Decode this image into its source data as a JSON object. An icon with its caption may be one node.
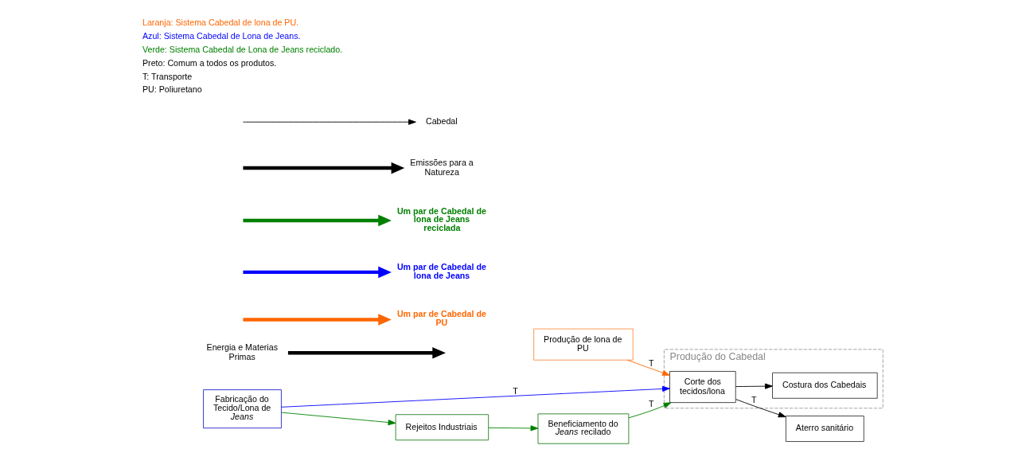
{
  "diagram": {
    "nodes": [
      {
        "text": [
          "Produção do Cabedal"
        ]
      },
      {
        "text": [
          "Produção de lona de PU"
        ]
      },
      {
        "text": [
          "Fabricação do Tecido/Lona de *Jeans*"
        ]
      },
      {
        "text": [
          "Rejeitos Industriais"
        ]
      },
      {
        "text": [
          "Beneficiamento do *Jeans* recilado"
        ]
      },
      {
        "text": [
          "Corte dos tecidos/lona"
        ],
        "in": 0
      },
      {
        "text": [
          "Costura dos Cabedais"
        ],
        "in": 0
      },
      {
        "text": [
          "Aterro sanitário"
        ]
      },
      {
        "text": [
          "Energia e Materias Primas"
        ]
      },
      {
        "text": [
          "Um par de Cabedal de PU"
        ]
      },
      {
        "text": [
          "Um par de Cabedal de lona de Jeans"
        ]
      },
      {
        "text": [
          "Um par de Cabedal de lona de Jeans reciclada"
        ]
      },
      {
        "text": [
          "Emissões para a Natureza"
        ]
      },
      {
        "text": [
          "Cabedal"
        ]
      }
    ],
    "edges": [
      {
        "from": 8,
        "to": null,
        "arrow": "to",
        "style": "thick"
      },
      {
        "from": 1,
        "to": 5,
        "arrow": "to",
        "label": "T",
        "color": "#ff6600"
      },
      {
        "from": 2,
        "to": 5,
        "arrow": "to",
        "label": "T",
        "color": "#0000ff"
      },
      {
        "from": 2,
        "to": 3,
        "arrow": "to",
        "color": "#008000"
      },
      {
        "from": 3,
        "to": 4,
        "arrow": "to",
        "color": "#008000"
      },
      {
        "from": 4,
        "to": 5,
        "arrow": "to",
        "label": "T",
        "color": "#008000"
      },
      {
        "from": 5,
        "to": 6,
        "arrow": "to"
      },
      {
        "from": 5,
        "to": 7,
        "arrow": "to",
        "label": "T"
      },
      {
        "from": null,
        "to": 9,
        "arrow": "to",
        "style": "thick",
        "color": "#ff6600"
      },
      {
        "from": null,
        "to": 10,
        "arrow": "to",
        "style": "thick",
        "color": "#0000ff"
      },
      {
        "from": null,
        "to": 11,
        "arrow": "to",
        "style": "thick",
        "color": "#008000"
      },
      {
        "from": null,
        "to": 12,
        "arrow": "to",
        "style": "thick"
      },
      {
        "from": null,
        "to": 13,
        "arrow": "to"
      }
    ],
    "labels": [
      "Laranja: Sistema Cabedal de lona de PU.",
      "Azul: Sistema Cabedal de Lona de Jeans.",
      "Verde: Sistema Cabedal de Lona de Jeans reciclado.",
      "Preto: Comum a todos os produtos.",
      "T: Transporte",
      "PU: Poliuretano"
    ]
  }
}
